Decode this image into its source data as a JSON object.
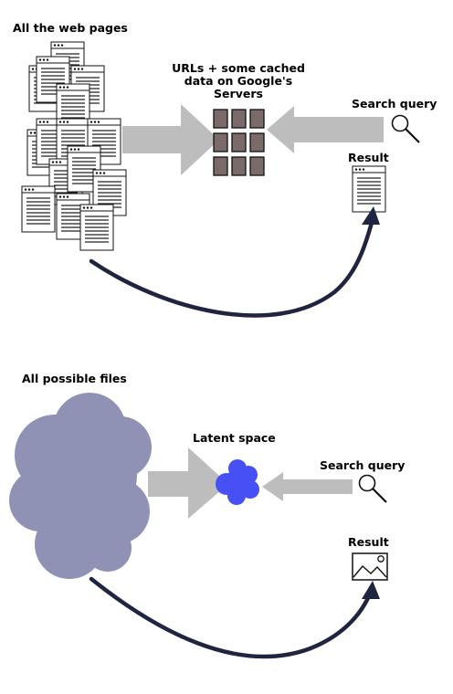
{
  "top": {
    "pages_label": "All the web pages",
    "servers_label_lines": [
      "URLs + some cached",
      "data on Google's",
      "Servers"
    ],
    "query_label": "Search query",
    "result_label": "Result",
    "server_color": "#7b6a6a",
    "page_count": 16
  },
  "bottom": {
    "files_label": "All possible files",
    "latent_label": "Latent space",
    "query_label": "Search query",
    "result_label": "Result",
    "cloud_color": "#8f92b4",
    "latent_color": "#4650f5"
  },
  "colors": {
    "arrow_gray": "#bdbdbd",
    "curve": "#1f2440"
  },
  "icons": {
    "search": "magnifier-icon",
    "document": "document-icon",
    "image": "image-icon"
  }
}
